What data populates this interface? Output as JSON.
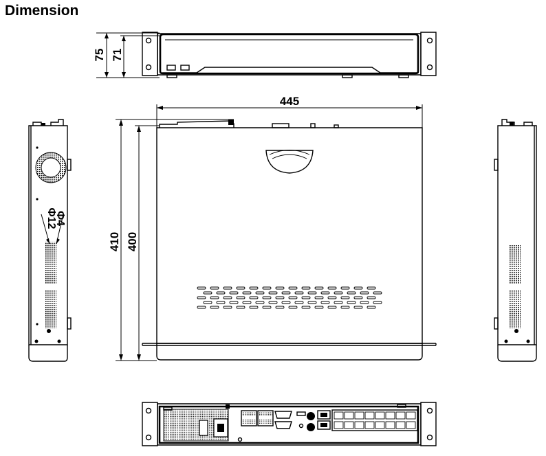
{
  "title": "Dimension",
  "dimensions": {
    "height_overall": "75",
    "height_body": "71",
    "width": "445",
    "depth_overall": "410",
    "depth_body": "400",
    "hole_large": "Φ12",
    "hole_small": "Φ4"
  },
  "views": [
    "front-view",
    "top-view",
    "left-side-view",
    "right-side-view",
    "rear-view"
  ]
}
